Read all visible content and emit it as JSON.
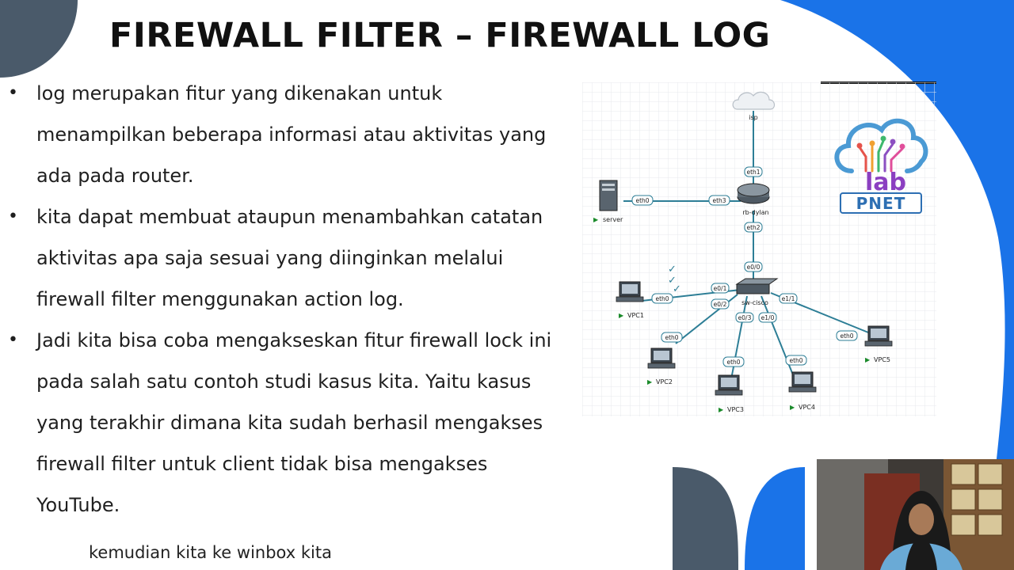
{
  "slide": {
    "title": "FIREWALL FILTER – FIREWALL LOG",
    "bullets": [
      "log merupakan fitur yang dikenakan untuk menampilkan beberapa informasi atau aktivitas yang ada pada router.",
      "kita dapat membuat ataupun menambahkan catatan aktivitas apa saja sesuai yang diinginkan melalui firewall filter menggunakan action log.",
      "Jadi kita bisa coba mengakseskan fitur firewall lock ini pada salah satu contoh studi kasus kita. Yaitu kasus yang terakhir dimana kita sudah berhasil mengakses firewall filter untuk client tidak bisa mengakses YouTube."
    ],
    "bullet_marker": "•"
  },
  "caption": "kemudian kita ke winbox kita",
  "diagram": {
    "nodes": {
      "isp": "isp",
      "router": "rb-dylan",
      "server": "server",
      "switch": "sw-cisco",
      "vpc1": "VPC1",
      "vpc2": "VPC2",
      "vpc3": "VPC3",
      "vpc4": "VPC4",
      "vpc5": "VPC5"
    },
    "ports": {
      "router_isp": "eth1",
      "router_server": "eth3",
      "server_router": "eth0",
      "router_switch": "eth2",
      "switch_router": "e0/0",
      "switch_vpc1": "e0/1",
      "switch_vpc2": "e0/2",
      "switch_vpc3": "e0/3",
      "switch_vpc4": "e1/0",
      "switch_vpc5": "e1/1",
      "vpc1": "eth0",
      "vpc2": "eth0",
      "vpc3": "eth0",
      "vpc4": "eth0",
      "vpc5": "eth0"
    },
    "check_mark": "✓"
  },
  "logo": {
    "brand_top": "lab",
    "brand_bottom": "PNET"
  },
  "colors": {
    "accent_blue": "#1a73e8",
    "slate": "#4a5a6a",
    "link_teal": "#2d7e96"
  }
}
